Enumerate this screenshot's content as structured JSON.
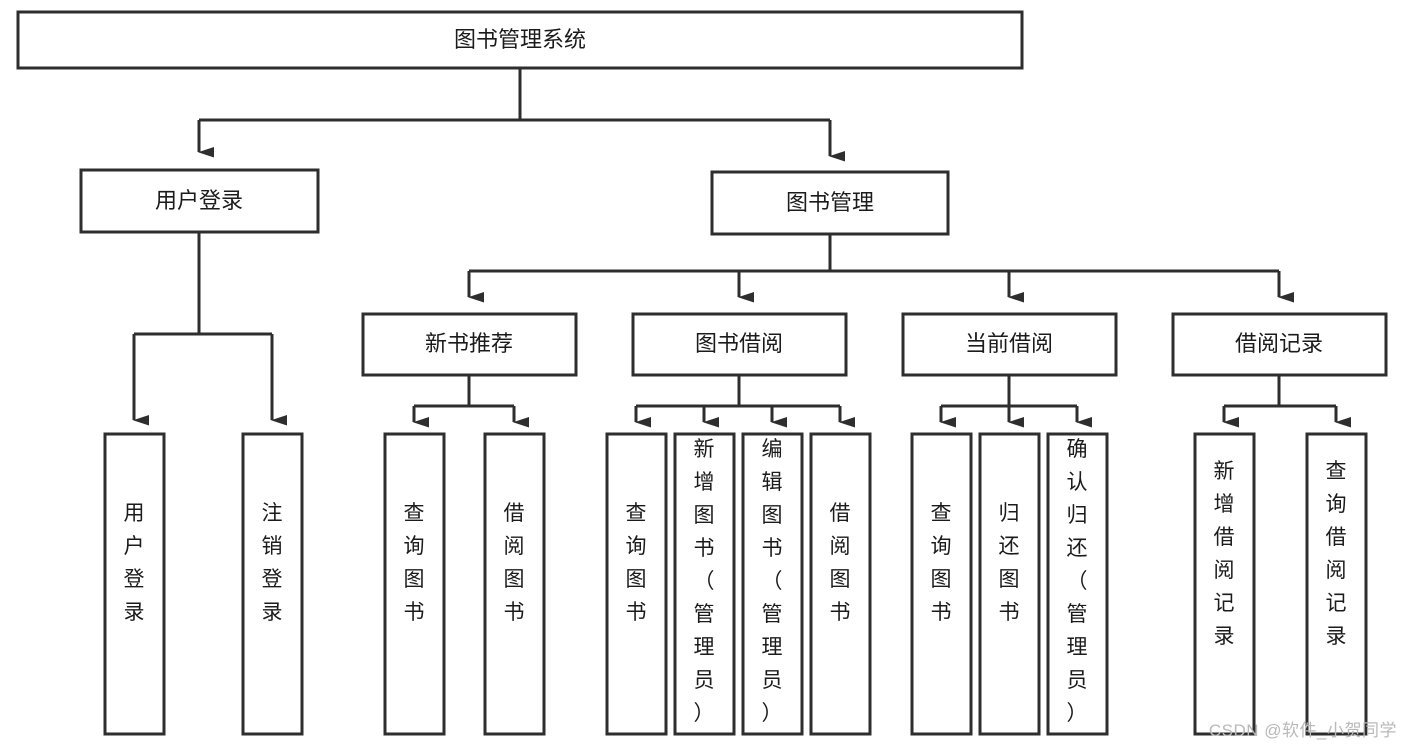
{
  "diagram": {
    "title_box": {
      "label": "图书管理系统"
    },
    "level2": [
      {
        "id": "user-login",
        "label": "用户登录"
      },
      {
        "id": "book-management",
        "label": "图书管理"
      }
    ],
    "level3": [
      {
        "id": "new-book-recommend",
        "label": "新书推荐"
      },
      {
        "id": "book-borrow",
        "label": "图书借阅"
      },
      {
        "id": "current-borrow",
        "label": "当前借阅"
      },
      {
        "id": "borrow-record",
        "label": "借阅记录"
      }
    ],
    "leaves": {
      "user-login": [
        {
          "id": "leaf-user-login",
          "label": "用户登录"
        },
        {
          "id": "leaf-logout-login",
          "label": "注销登录"
        }
      ],
      "new-book-recommend": [
        {
          "id": "leaf-query-book-1",
          "label": "查询图书"
        },
        {
          "id": "leaf-borrow-book-1",
          "label": "借阅图书"
        }
      ],
      "book-borrow": [
        {
          "id": "leaf-query-book-2",
          "label": "查询图书"
        },
        {
          "id": "leaf-add-book",
          "label": "新增图书（管理员）"
        },
        {
          "id": "leaf-edit-book",
          "label": "编辑图书（管理员）"
        },
        {
          "id": "leaf-borrow-book-2",
          "label": "借阅图书"
        }
      ],
      "current-borrow": [
        {
          "id": "leaf-query-book-3",
          "label": "查询图书"
        },
        {
          "id": "leaf-return-book",
          "label": "归还图书"
        },
        {
          "id": "leaf-confirm-return",
          "label": "确认归还（管理员）"
        }
      ],
      "borrow-record": [
        {
          "id": "leaf-add-record",
          "label": "新增借阅记录"
        },
        {
          "id": "leaf-query-record",
          "label": "查询借阅记录"
        }
      ]
    },
    "colors": {
      "stroke": "#2e2e2e",
      "fill": "#ffffff",
      "text": "#1b1b1b",
      "watermark": "#b9b9b9"
    }
  },
  "watermark": {
    "text": "CSDN @软件_小贺同学"
  }
}
